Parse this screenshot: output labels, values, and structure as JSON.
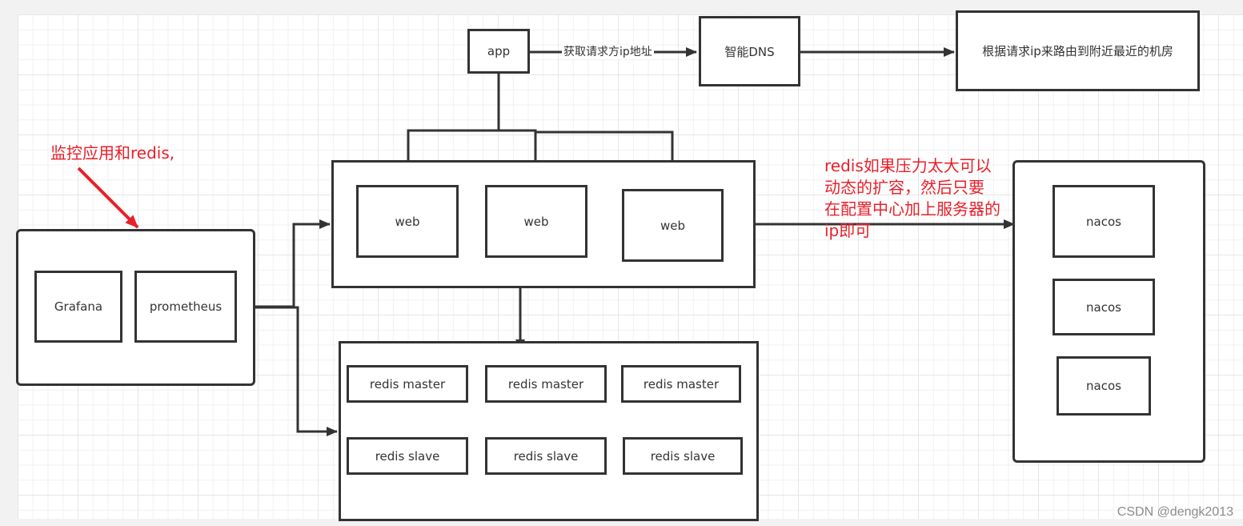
{
  "diagram": {
    "top_row": {
      "app": "app",
      "edge_label": "获取请求方ip地址",
      "dns": "智能DNS",
      "routing": "根据请求ip来路由到附近最近的机房"
    },
    "web_nodes": [
      "web",
      "web",
      "web"
    ],
    "monitoring": {
      "note": "监控应用和redis,",
      "nodes": [
        "Grafana",
        "prometheus"
      ]
    },
    "redis": {
      "masters": [
        "redis master",
        "redis master",
        "redis master"
      ],
      "slaves": [
        "redis slave",
        "redis slave",
        "redis slave"
      ]
    },
    "nacos_note": [
      "redis如果压力太大可以",
      "动态的扩容，然后只要",
      "在配置中心加上服务器的",
      "ip即可"
    ],
    "nacos_nodes": [
      "nacos",
      "nacos",
      "nacos"
    ],
    "colors": {
      "line": "#333333",
      "note": "#e8202a"
    }
  },
  "watermark": "CSDN @dengk2013"
}
